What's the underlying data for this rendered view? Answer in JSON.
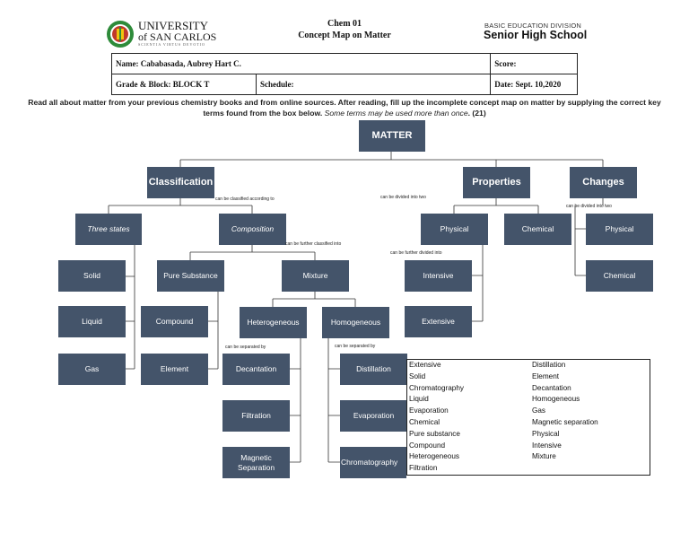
{
  "header": {
    "university_line1": "UNIVERSITY",
    "university_line2": "of SAN CARLOS",
    "university_line3": "SCIENTIA VIRTUS DEVOTIO",
    "title_line1": "Chem 01",
    "title_line2": "Concept Map on Matter",
    "division": "BASIC EDUCATION DIVISION",
    "school": "Senior High School"
  },
  "info": {
    "name": "Name: Cababasada, Aubrey Hart C.",
    "score": "Score:",
    "grade_block": "Grade & Block:  BLOCK T",
    "schedule": "Schedule:",
    "date": "Date: Sept. 10,2020"
  },
  "instructions": {
    "main": "Read all about matter from your previous chemistry books and from online sources. After reading, fill up the incomplete concept map on matter by supplying the correct key terms found from the box below.",
    "italic": "Some terms may be used more than once",
    "points": ". (21)"
  },
  "map": {
    "matter": "MATTER",
    "classification": "Classification",
    "properties": "Properties",
    "changes": "Changes",
    "three_states": "Three states",
    "composition": "Composition",
    "prop_physical": "Physical",
    "prop_chemical": "Chemical",
    "chg_physical": "Physical",
    "chg_chemical": "Chemical",
    "solid": "Solid",
    "liquid": "Liquid",
    "gas": "Gas",
    "pure_substance": "Pure Substance",
    "mixture": "Mixture",
    "compound": "Compound",
    "element": "Element",
    "heterogeneous": "Heterogeneous",
    "homogeneous": "Homogeneous",
    "intensive": "Intensive",
    "extensive": "Extensive",
    "decantation": "Decantation",
    "filtration": "Filtration",
    "magnetic_separation": "Magnetic Separation",
    "distillation": "Distillation",
    "evaporation": "Evaporation",
    "chromatography": "Chromatography"
  },
  "link_labels": {
    "classified_according": "can be classified according to",
    "divided_two_props": "can be divided into two",
    "divided_two_changes": "can be divided into two",
    "further_classified": "can be further classified into",
    "further_divided": "can be further divided into",
    "separated_hetero": "can be separated by",
    "separated_homo": "can be separated by"
  },
  "terms_col1": [
    "Extensive",
    "Solid",
    "Chromatography",
    "Liquid",
    "Evaporation",
    "Chemical",
    "Pure substance",
    "Compound",
    "Heterogeneous",
    "Filtration"
  ],
  "terms_col2": [
    "Distillation",
    "Element",
    "Decantation",
    "Homogeneous",
    "Gas",
    "Magnetic separation",
    "Physical",
    "Intensive",
    "Mixture"
  ],
  "colors": {
    "node_fill": "#44546a",
    "node_text": "#ffffff",
    "logo_green": "#2e8b3a",
    "logo_red": "#c0392b"
  }
}
